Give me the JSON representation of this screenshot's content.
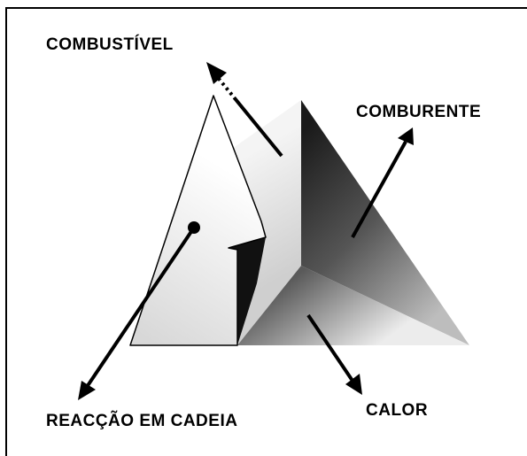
{
  "labels": {
    "combustivel": "COMBUSTÍVEL",
    "comburente": "COMBURENTE",
    "calor": "CALOR",
    "reaccao": "REACÇÃO EM CADEIA"
  }
}
